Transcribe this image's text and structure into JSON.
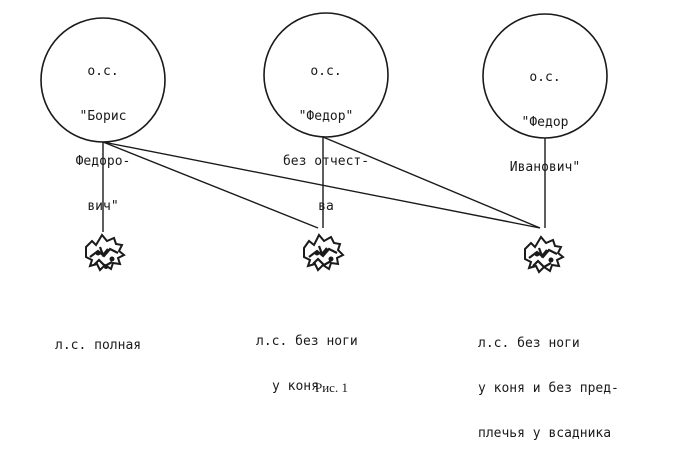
{
  "nodes": {
    "boris": {
      "type": "о.с.",
      "name_lines": [
        "\"Борис",
        "Федоро-",
        "вич\""
      ]
    },
    "fedor": {
      "type": "о.с.",
      "name_lines": [
        "\"Федор\"",
        "без отчест-",
        "ва"
      ]
    },
    "fedor_ivanovich": {
      "type": "о.с.",
      "name_lines": [
        "\"Федор",
        "Иванович\""
      ]
    }
  },
  "images": [
    {
      "id": "full",
      "label_lines": [
        "л.с. полная"
      ]
    },
    {
      "id": "no_leg",
      "label_lines": [
        "л.с. без ноги",
        "у коня"
      ]
    },
    {
      "id": "no_leg_forearm",
      "label_lines": [
        "л.с. без ноги",
        "у коня и без пред-",
        "плечья у всадника"
      ]
    }
  ],
  "caption": "Рис. 1",
  "colors": {
    "ink": "#1a1a1a",
    "background": "#ffffff"
  },
  "icons": {
    "sketch": "horseman-sketch-icon"
  }
}
